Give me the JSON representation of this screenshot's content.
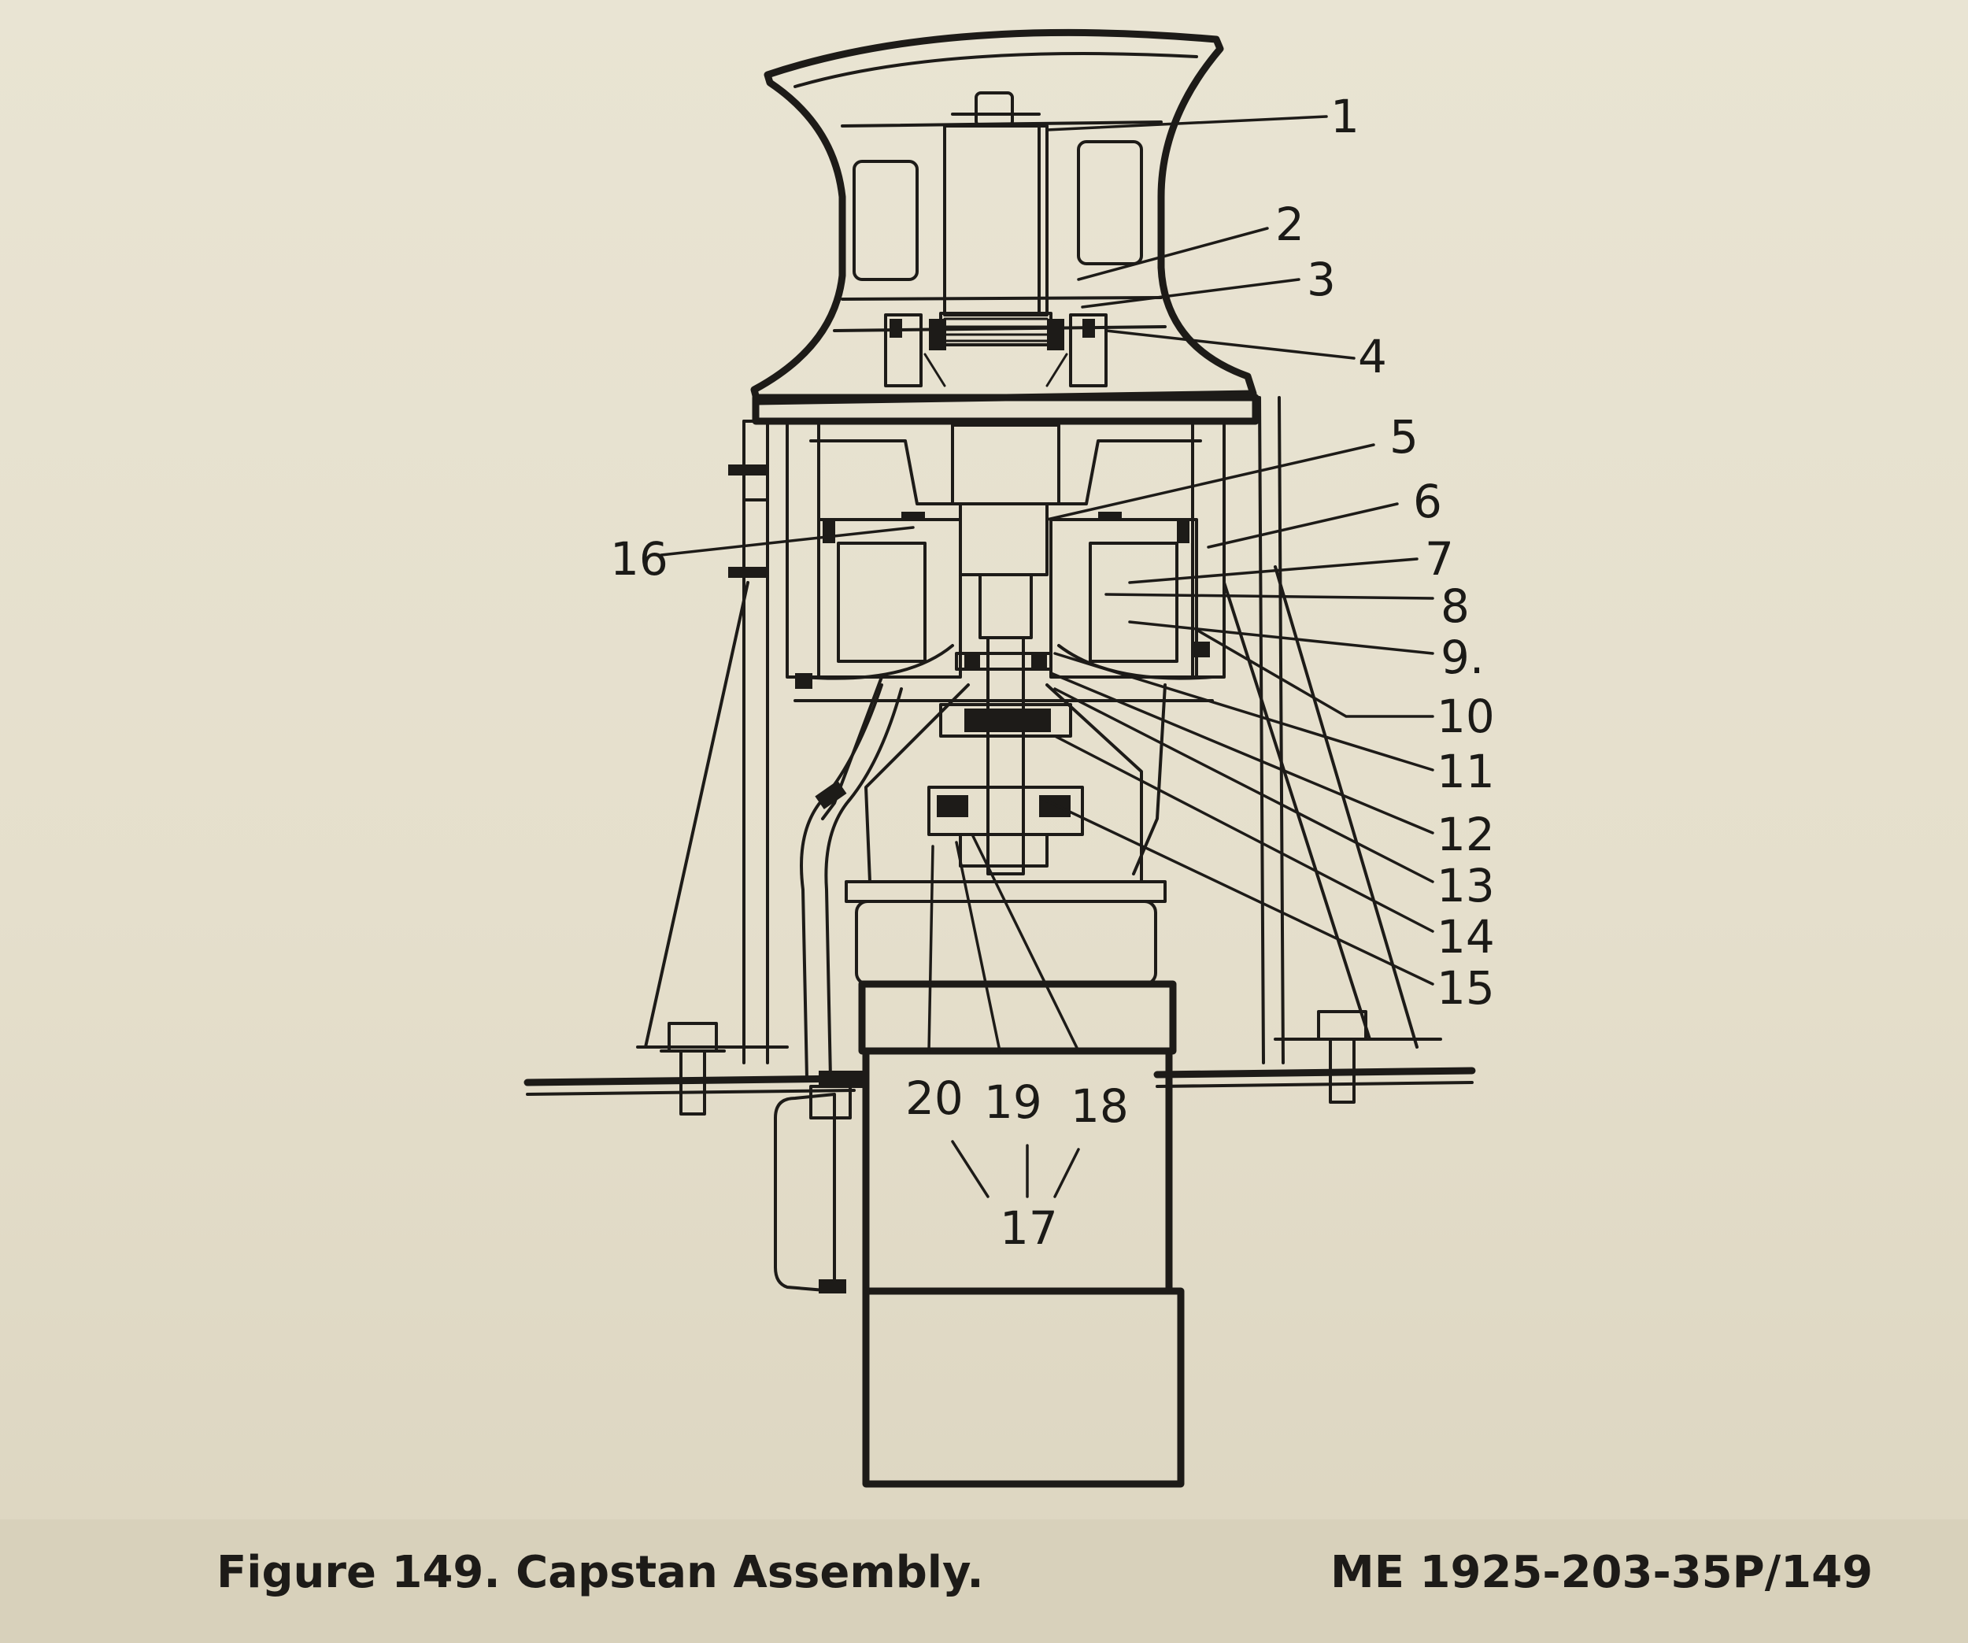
{
  "figure": {
    "caption": "Figure 149.  Capstan Assembly.",
    "code": "ME 1925-203-35P/149"
  },
  "callouts": {
    "c1": "1",
    "c2": "2",
    "c3": "3",
    "c4": "4",
    "c5": "5",
    "c6": "6",
    "c7": "7",
    "c8": "8",
    "c9": "9.",
    "c10": "10",
    "c11": "11",
    "c12": "12",
    "c13": "13",
    "c14": "14",
    "c15": "15",
    "c16": "16",
    "c17": "17",
    "c18": "18",
    "c19": "19",
    "c20": "20"
  }
}
